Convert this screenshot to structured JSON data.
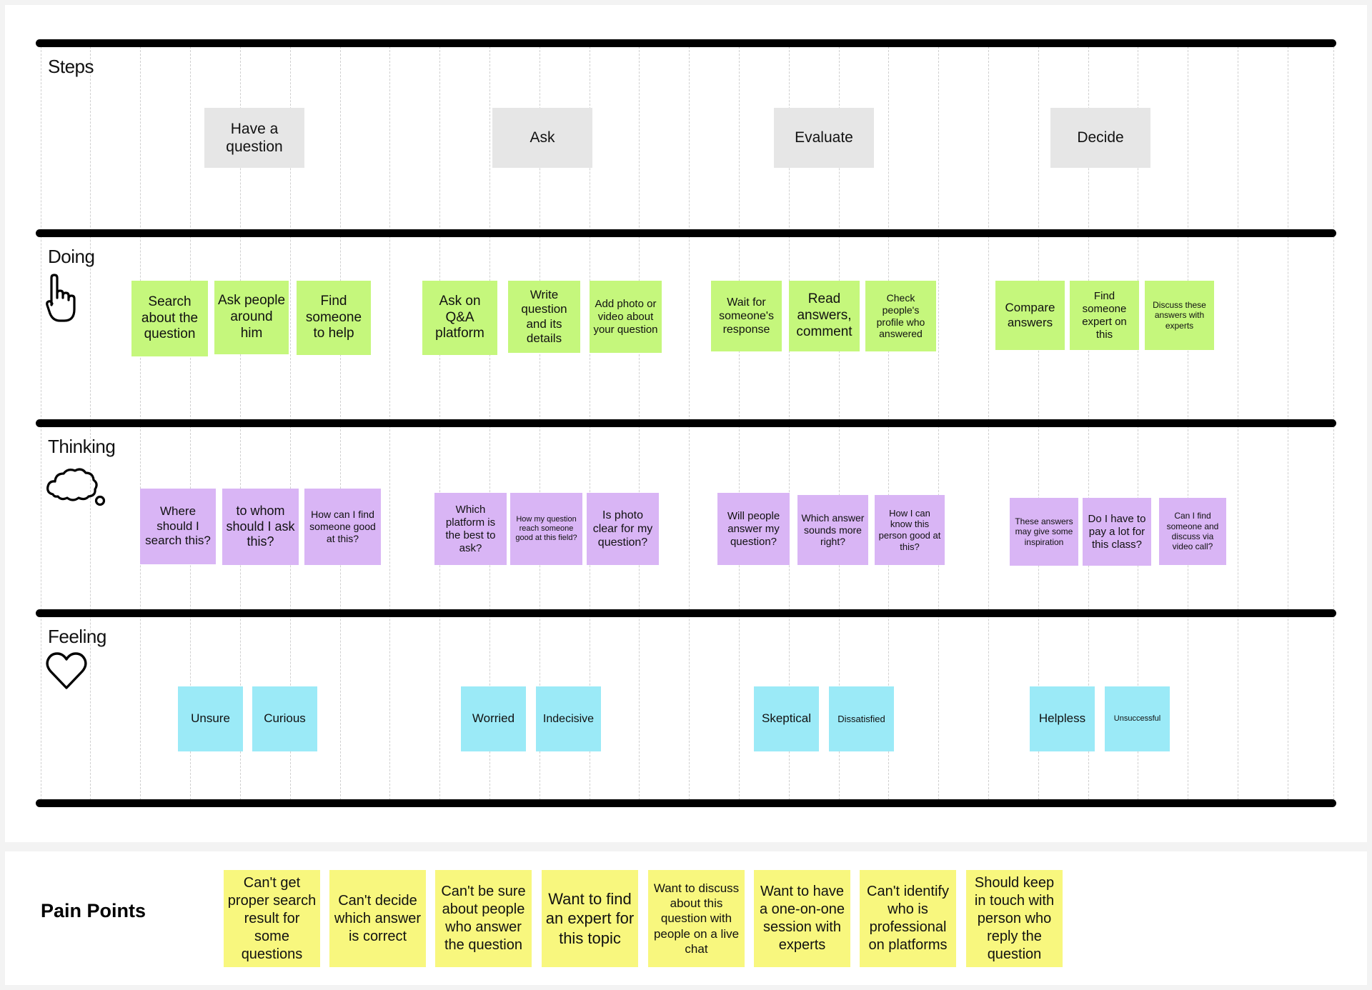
{
  "lanes": {
    "steps": "Steps",
    "doing": "Doing",
    "thinking": "Thinking",
    "feeling": "Feeling"
  },
  "steps": [
    "Have a question",
    "Ask",
    "Evaluate",
    "Decide"
  ],
  "doing": [
    "Search about the question",
    "Ask people around him",
    "Find someone to help",
    "Ask on Q&A platform",
    "Write question and its details",
    "Add photo or video about your question",
    "Wait for someone's response",
    "Read answers, comment",
    "Check people's profile who answered",
    "Compare answers",
    "Find someone expert on this",
    "Discuss these answers with experts"
  ],
  "thinking": [
    "Where should I search this?",
    "to whom should I ask this?",
    "How can I find someone good at this?",
    "Which platform is the best to ask?",
    "How my question reach someone good at this field?",
    "Is photo clear for my question?",
    "Will people answer my question?",
    "Which answer sounds more right?",
    "How I can know this person good at this?",
    "These answers may give some inspiration",
    "Do I have to pay a lot for this class?",
    "Can I find someone and discuss via video call?"
  ],
  "feeling": [
    "Unsure",
    "Curious",
    "Worried",
    "Indecisive",
    "Skeptical",
    "Dissatisfied",
    "Helpless",
    "Unsuccessful"
  ],
  "pain_points": {
    "title": "Pain Points",
    "items": [
      "Can't get proper search result for some questions",
      "Can't decide which answer is correct",
      "Can't be sure about people who answer the question",
      "Want to find an expert for this topic",
      "Want to discuss about this question with people on a live chat",
      "Want to have a one-on-one session with experts",
      "Can't identify who is professional on platforms",
      "Should keep in touch with person who reply the question"
    ]
  },
  "colors": {
    "step": "#e6e6e6",
    "doing": "#c5f77c",
    "thinking": "#d9b5f5",
    "feeling": "#9beaf7",
    "pain": "#f8f77e"
  },
  "icons": [
    "pointing-hand-icon",
    "thought-cloud-icon",
    "heart-icon"
  ]
}
